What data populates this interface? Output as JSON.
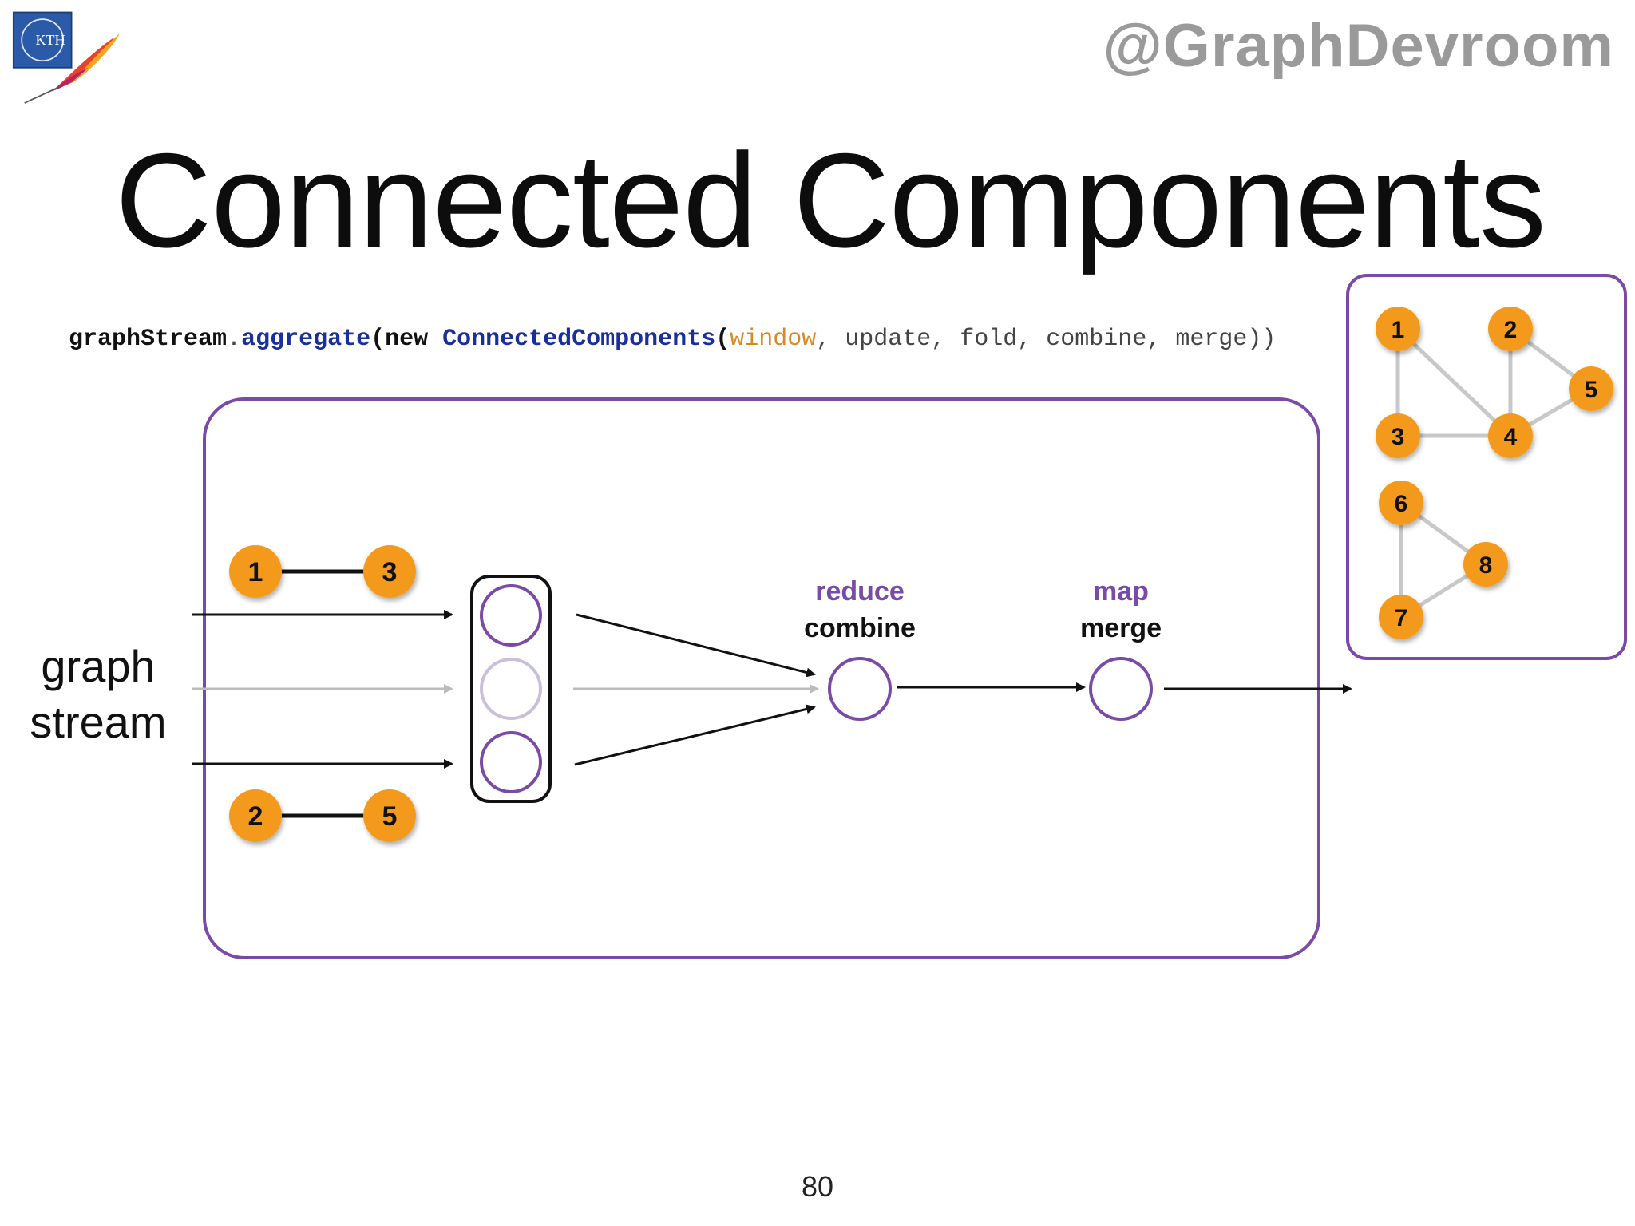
{
  "header": {
    "handle": "@GraphDevroom",
    "logo_text": "KTH"
  },
  "title": "Connected Components",
  "code": {
    "obj": "graphStream",
    "dot": ".",
    "method": "aggregate",
    "open": "(",
    "kw_new": "new",
    "cls": "ConnectedComponents",
    "open2": "(",
    "arg_window": "window",
    "rest": ", update, fold, combine, merge))"
  },
  "diagram": {
    "stream_label_line1": "graph",
    "stream_label_line2": "stream",
    "edge_top": {
      "a": "1",
      "b": "3"
    },
    "edge_bottom": {
      "a": "2",
      "b": "5"
    },
    "reduce_label": "reduce",
    "combine_label": "combine",
    "map_label": "map",
    "merge_label": "merge"
  },
  "result_graph": {
    "nodes": [
      "1",
      "2",
      "5",
      "3",
      "4",
      "6",
      "8",
      "7"
    ]
  },
  "colors": {
    "orange": "#f39a1f",
    "purple": "#7a4aa8",
    "grey_line": "#c8c8c8"
  },
  "page_number": "80"
}
